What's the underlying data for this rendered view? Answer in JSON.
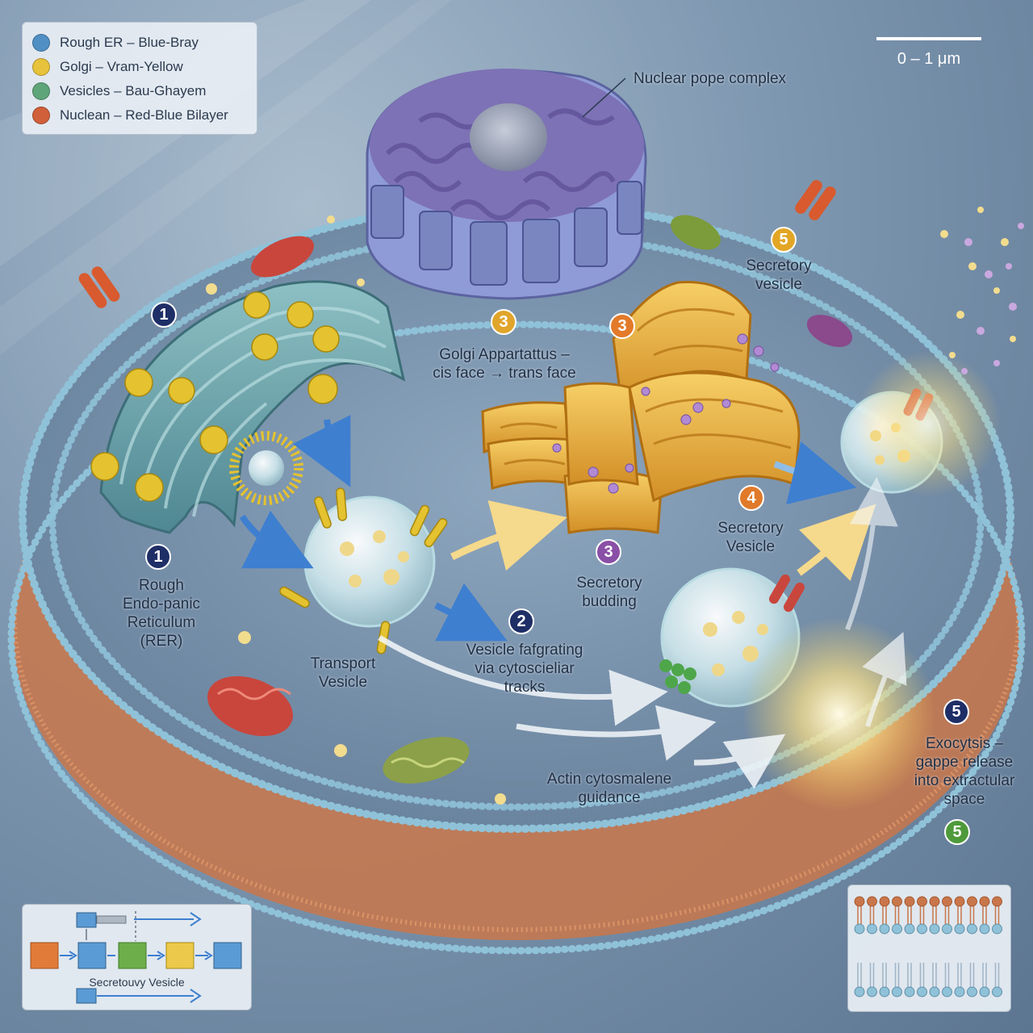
{
  "legend": [
    {
      "label": "Rough ER – Blue-Bray",
      "color": "#4f8fc4"
    },
    {
      "label": "Golgi – Vram-Yellow",
      "color": "#e7c23b"
    },
    {
      "label": "Vesicles – Bau-Ghayem",
      "color": "#5ea57a"
    },
    {
      "label": "Nuclean – Red-Blue Bilayer",
      "color": "#d0603a"
    }
  ],
  "scale_bar": "0 – 1 μm",
  "labels": {
    "nuclear_pore": "Nuclear pope complex",
    "golgi": "Golgi Appartattus –\ncis face → trans face",
    "secretory_vesicle_top": "Secretory\nvesicle",
    "secretory_vesicle_right": "Secretory\nVesicle",
    "secretory_budding": "Secretory\nbudding",
    "rer": "Rough\nEndo-panic\nReticulum\n(RER)",
    "transport_vesicle": "Transport\nVesicle",
    "vesicle_transport": "Vesicle fafgrating\nvia cytoscieliar\ntracks",
    "actin": "Actin cytosmalene\nguidance",
    "exocytosis": "Exocytsis –\ngappe release\ninto extractular\nspace",
    "flow_caption": "Secretouvy Vesicle"
  },
  "badges": {
    "b1_top": "1",
    "b1_left": "1",
    "b2": "2",
    "b3_golgi": "3",
    "b3_golgi_right": "3",
    "b3_budding": "3",
    "b4": "4",
    "b5_top": "5",
    "b5_right": "5",
    "b5_bottom": "5"
  },
  "colors": {
    "membrane_head": "#8fc2d8",
    "membrane_tail": "#c8764a",
    "er": "#6aa0a8",
    "golgi": "#eab043",
    "nucleus": "#7d72b5",
    "vesicle": "#d6ecef",
    "mitochondria": "#c9463c"
  }
}
